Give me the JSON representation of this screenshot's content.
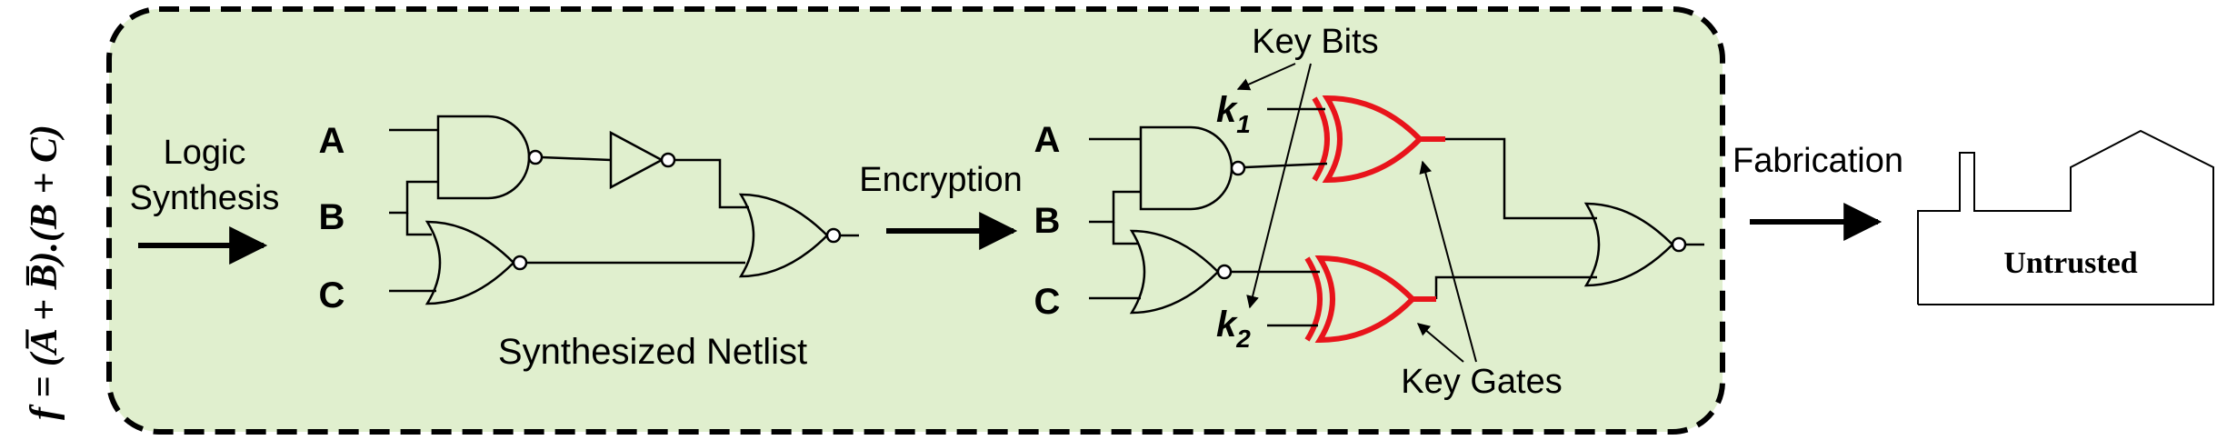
{
  "formula": {
    "text": "f = (A̅ + B̅).(B + C)"
  },
  "stages": {
    "logic_synthesis_line1": "Logic",
    "logic_synthesis_line2": "Synthesis",
    "encryption": "Encryption",
    "fabrication": "Fabrication",
    "untrusted": "Untrusted"
  },
  "netlist": {
    "caption": "Synthesized Netlist",
    "inputs": [
      "A",
      "B",
      "C"
    ]
  },
  "encrypted": {
    "inputs": [
      "A",
      "B",
      "C"
    ],
    "key_bits_label": "Key Bits",
    "key_gates_label": "Key Gates",
    "k1": {
      "base": "k",
      "sub": "1"
    },
    "k2": {
      "base": "k",
      "sub": "2"
    }
  },
  "colors": {
    "panel_fill": "#e0efce",
    "panel_border": "#000000",
    "key_gate": "#e8141b",
    "wire": "#000000"
  }
}
